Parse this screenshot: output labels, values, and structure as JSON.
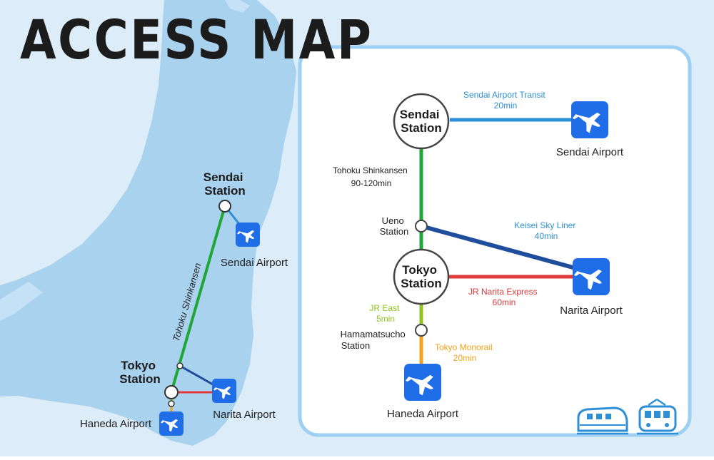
{
  "title": "ACCESS MAP",
  "colors": {
    "sea": "#dcecf8",
    "land": "#a9d2ef",
    "panel_border": "#9ed0f3",
    "airport_icon": "#1f6ee8",
    "shinkansen": "#1fa637",
    "sendai_transit": "#2e8fd6",
    "keisei": "#1f4f9c",
    "narita_express": "#e23b3b",
    "jr_east": "#8fc31f",
    "monorail": "#f3a11a"
  },
  "overview_map": {
    "sendai_station": [
      "Sendai",
      "Station"
    ],
    "tokyo_station": [
      "Tokyo",
      "Station"
    ],
    "line_label": "Tohoku Shinkansen",
    "sendai_airport": "Sendai Airport",
    "narita_airport": "Narita Airport",
    "haneda_airport": "Haneda Airport"
  },
  "route_diagram": {
    "sendai_station": [
      "Sendai",
      "Station"
    ],
    "tokyo_station": [
      "Tokyo",
      "Station"
    ],
    "ueno_station": [
      "Ueno",
      "Station"
    ],
    "hamamatsucho_station": [
      "Hamamatsucho",
      "Station"
    ],
    "sendai_airport": "Sendai Airport",
    "narita_airport": "Narita Airport",
    "haneda_airport": "Haneda Airport",
    "routes": {
      "sendai_transit": {
        "name": "Sendai Airport Transit",
        "time": "20min"
      },
      "shinkansen": {
        "name": "Tohoku Shinkansen",
        "time": "90-120min"
      },
      "keisei": {
        "name": "Keisei Sky Liner",
        "time": "40min"
      },
      "narita_express": {
        "name": "JR Narita Express",
        "time": "60min"
      },
      "jr_east": {
        "name": "JR East",
        "time": "5min"
      },
      "monorail": {
        "name": "Tokyo Monorail",
        "time": "20min"
      }
    }
  },
  "footer_icons": [
    "shinkansen-train-icon",
    "tram-icon"
  ]
}
